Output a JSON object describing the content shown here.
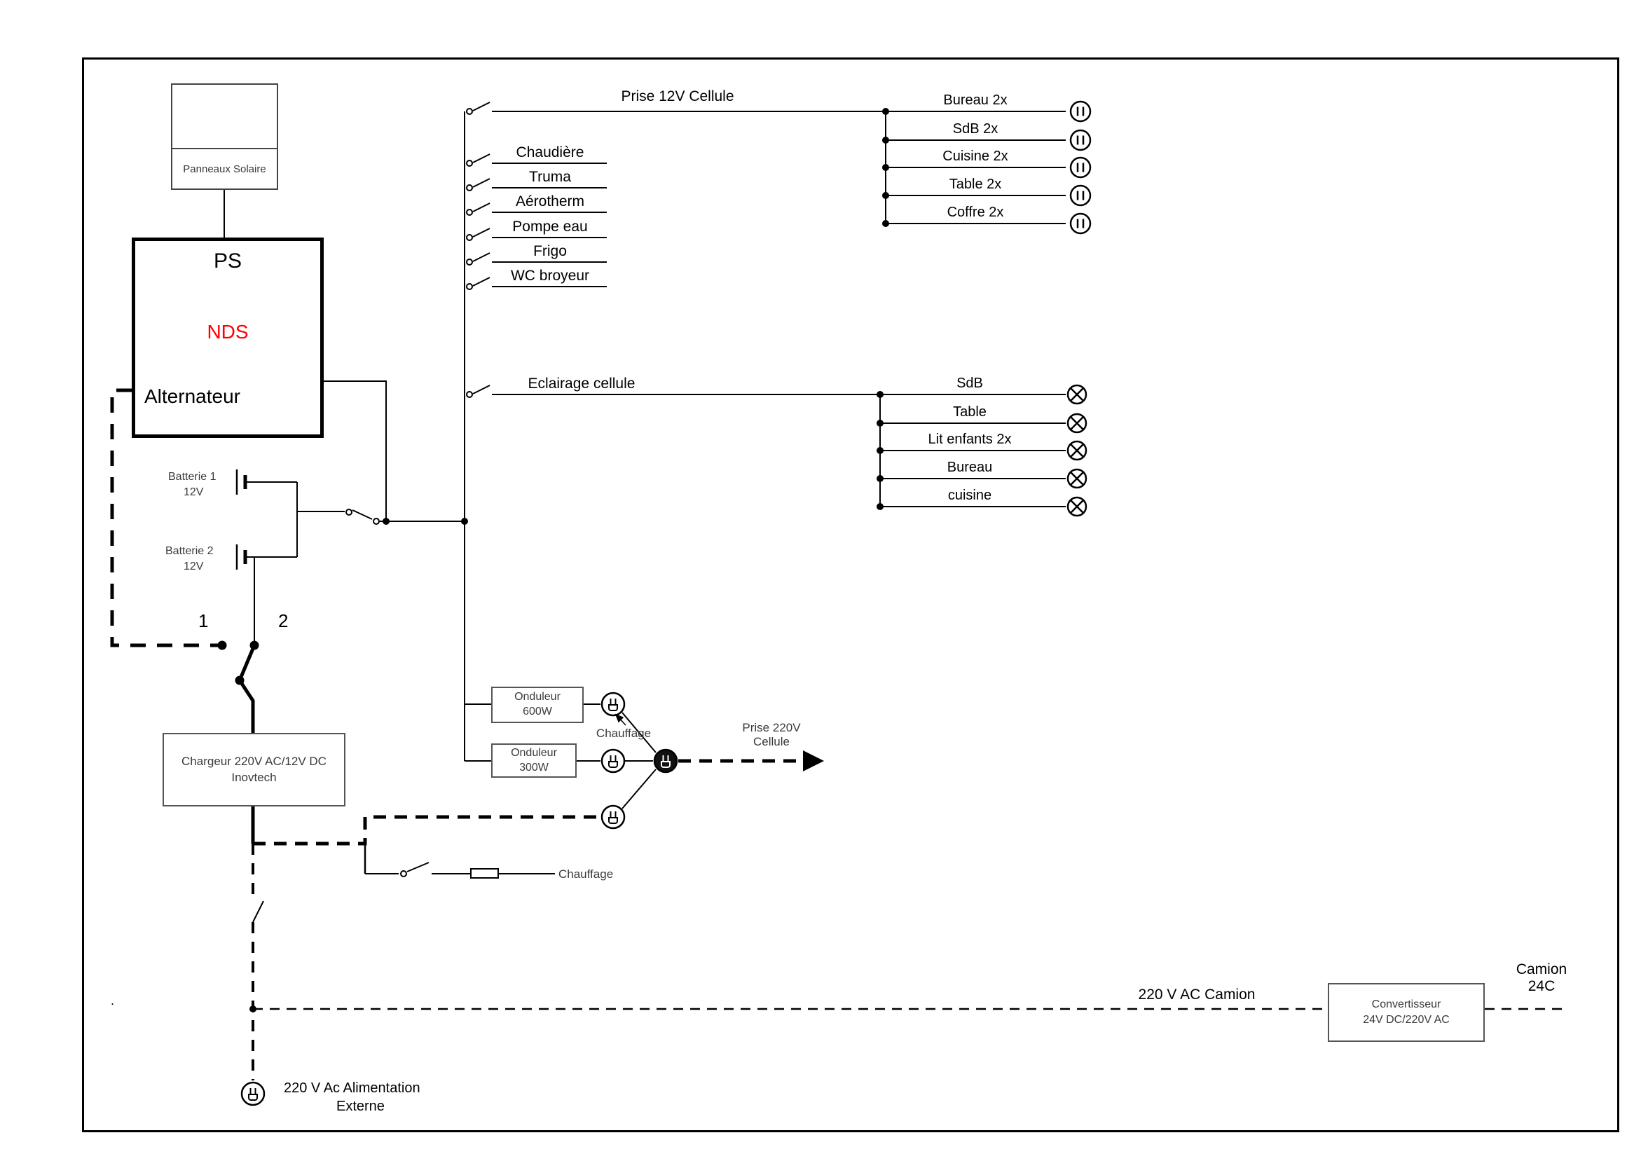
{
  "solar": {
    "label": "Panneaux Solaire"
  },
  "ps": {
    "ps": "PS",
    "nds": "NDS",
    "alt": "Alternateur"
  },
  "battery1": {
    "name": "Batterie 1",
    "volt": "12V"
  },
  "battery2": {
    "name": "Batterie 2",
    "volt": "12V"
  },
  "selector": {
    "pos1": "1",
    "pos2": "2"
  },
  "charger": {
    "l1": "Chargeur 220V AC/12V DC",
    "l2": "Inovtech"
  },
  "inverter600": {
    "l1": "Onduleur",
    "l2": "600W"
  },
  "inverter300": {
    "l1": "Onduleur",
    "l2": "300W"
  },
  "heating1": "Chauffage",
  "heating2": "Chauffage",
  "socket220": {
    "l1": "Prise 220V",
    "l2": "Cellule"
  },
  "dc_bus": {
    "title": "Prise 12V Cellule",
    "branches": [
      "Chaudière",
      "Truma",
      "Aérotherm",
      "Pompe eau",
      "Frigo",
      "WC broyeur"
    ]
  },
  "sockets": [
    "Bureau 2x",
    "SdB 2x",
    "Cuisine 2x",
    "Table 2x",
    "Coffre 2x"
  ],
  "lighting": {
    "title": "Eclairage cellule",
    "items": [
      "SdB",
      "Table",
      "Lit enfants 2x",
      "Bureau",
      "cuisine"
    ]
  },
  "truck_line": "220 V AC Camion",
  "converter": {
    "l1": "Convertisseur",
    "l2": "24V DC/220V AC"
  },
  "truck": {
    "l1": "Camion",
    "l2": "24C"
  },
  "external": {
    "l1": "220 V  Ac Alimentation",
    "l2": "Externe"
  },
  "misc": {
    "dot": "."
  },
  "colors": {
    "nds_red": "#ff0000",
    "line": "#000000",
    "muted_text": "#3a3a3a"
  }
}
